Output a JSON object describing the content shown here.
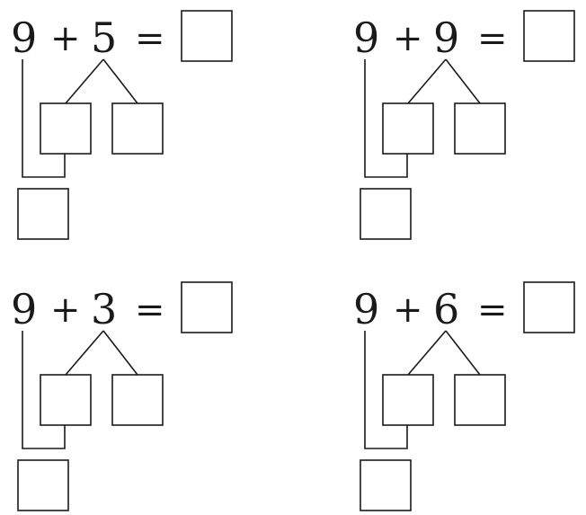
{
  "problems": [
    {
      "a": "9",
      "plus": "+",
      "b": "5",
      "equals": "="
    },
    {
      "a": "9",
      "plus": "+",
      "b": "9",
      "equals": "="
    },
    {
      "a": "9",
      "plus": "+",
      "b": "3",
      "equals": "="
    },
    {
      "a": "9",
      "plus": "+",
      "b": "6",
      "equals": "="
    }
  ]
}
